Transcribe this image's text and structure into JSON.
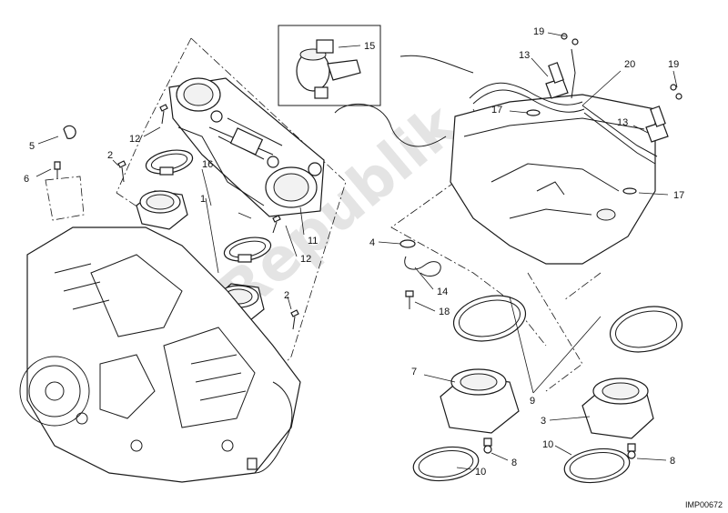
{
  "watermark": {
    "text": "PartsRepublik"
  },
  "diagram_code": "IMP00672",
  "callouts": [
    "1",
    "2",
    "2",
    "3",
    "4",
    "5",
    "6",
    "7",
    "8",
    "8",
    "9",
    "10",
    "10",
    "11",
    "12",
    "12",
    "13",
    "13",
    "14",
    "15",
    "16",
    "17",
    "17",
    "18",
    "19",
    "19",
    "20"
  ],
  "colors": {
    "line": "#1a1a1a",
    "background": "#ffffff",
    "watermark": "#cfcfcf"
  }
}
